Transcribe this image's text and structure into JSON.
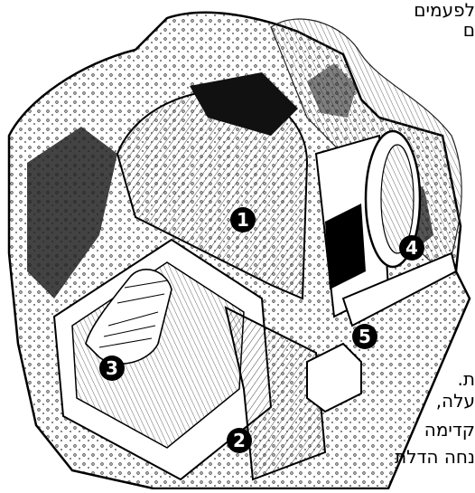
{
  "diagram": {
    "markers": [
      "1",
      "2",
      "3",
      "4",
      "5"
    ]
  },
  "right_text_fragments": [
    "לפעמים",
    "ם",
    "ת.",
    "עלה,",
    "קדימה",
    "נחה הדלת"
  ]
}
